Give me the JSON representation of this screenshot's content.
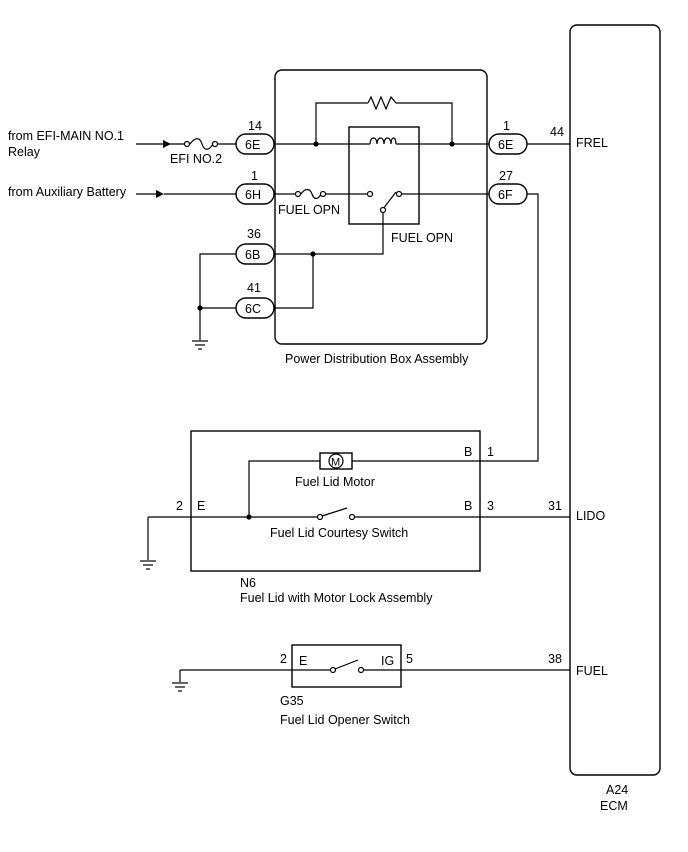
{
  "sources": {
    "efi_main_line1": "from EFI-MAIN NO.1",
    "efi_main_line2": "Relay",
    "aux_battery": "from Auxiliary Battery"
  },
  "fuses": {
    "efi_no2": "EFI NO.2",
    "fuel_opn_fuse": "FUEL OPN",
    "fuel_opn_relay": "FUEL OPN"
  },
  "pdb": {
    "name": "Power Distribution Box Assembly",
    "pins": [
      {
        "num": "14",
        "conn": "6E"
      },
      {
        "num": "1",
        "conn": "6H"
      },
      {
        "num": "36",
        "conn": "6B"
      },
      {
        "num": "41",
        "conn": "6C"
      },
      {
        "num": "1",
        "conn": "6E"
      },
      {
        "num": "27",
        "conn": "6F"
      }
    ]
  },
  "ecm": {
    "code": "A24",
    "name": "ECM",
    "terminals": [
      {
        "num": "44",
        "name": "FREL"
      },
      {
        "num": "31",
        "name": "LIDO"
      },
      {
        "num": "38",
        "name": "FUEL"
      }
    ]
  },
  "n6": {
    "code": "N6",
    "name": "Fuel Lid with Motor Lock Assembly",
    "motor": "Fuel Lid Motor",
    "motor_symbol": "M",
    "switch": "Fuel Lid Courtesy Switch",
    "pins": [
      {
        "num": "1",
        "label": "B"
      },
      {
        "num": "3",
        "label": "B"
      },
      {
        "num": "2",
        "label": "E"
      }
    ]
  },
  "g35": {
    "code": "G35",
    "name": "Fuel Lid Opener Switch",
    "pins": [
      {
        "num": "2",
        "label": "E"
      },
      {
        "num": "5",
        "label": "IG"
      }
    ]
  }
}
